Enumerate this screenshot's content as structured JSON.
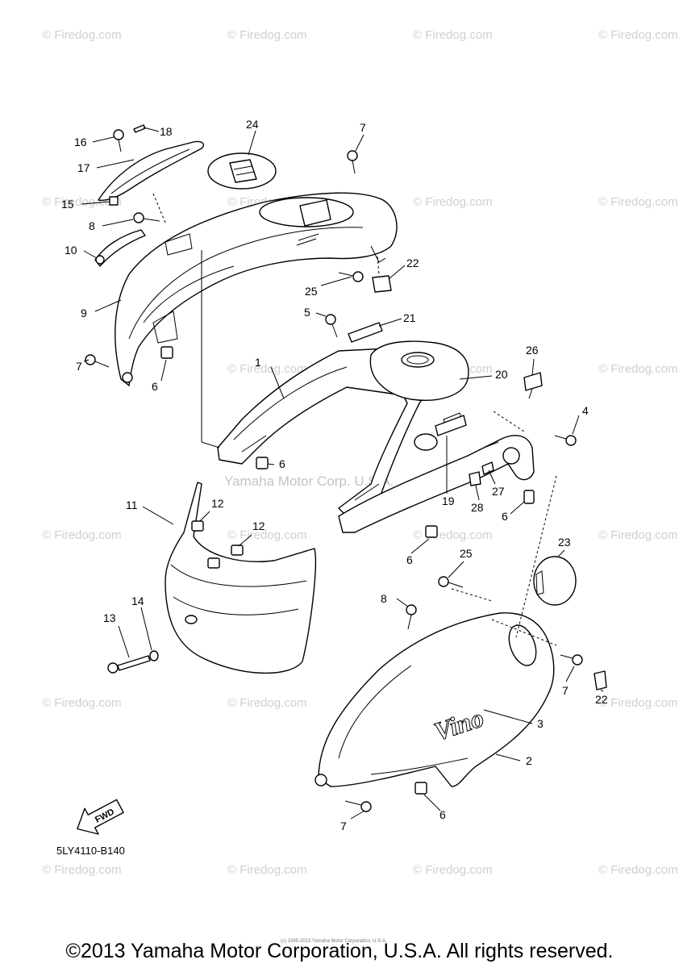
{
  "watermark": {
    "text": "© Firedog.com",
    "center_text": "Yamaha Motor Corp. U.S.A."
  },
  "diagram": {
    "callouts": [
      "1",
      "2",
      "3",
      "4",
      "5",
      "6",
      "7",
      "8",
      "9",
      "10",
      "11",
      "12",
      "13",
      "14",
      "15",
      "16",
      "17",
      "18",
      "19",
      "20",
      "21",
      "22",
      "23",
      "24",
      "25",
      "26",
      "27",
      "28"
    ],
    "fwd_label": "FWD",
    "brand_emblem": "Vino",
    "drawing_code": "5LY4110-B140",
    "tiny_notice": "(c) 1995-2013 Yamaha Motor Corporation, U.S.A."
  },
  "footer": {
    "copyright": "©2013 Yamaha Motor Corporation, U.S.A. All rights reserved."
  }
}
